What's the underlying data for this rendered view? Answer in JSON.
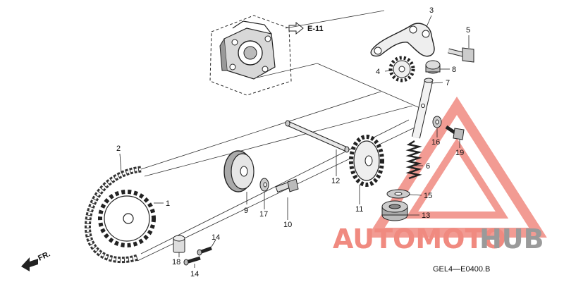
{
  "diagram": {
    "callouts": {
      "p1": "1",
      "p2": "2",
      "p3": "3",
      "p4": "4",
      "p5": "5",
      "p6": "6",
      "p7": "7",
      "p8": "8",
      "p9": "9",
      "p10": "10",
      "p11": "11",
      "p12": "12",
      "p13": "13",
      "p14a": "14",
      "p14b": "14",
      "p15": "15",
      "p16": "16",
      "p17": "17",
      "p18": "18",
      "p19": "19"
    },
    "reference": "E-11",
    "front_marker": "FR.",
    "diagram_code": "GEL4—E0400.B"
  },
  "watermark": {
    "part1": "AUTOMOTO",
    "part2": "HUB",
    "color_primary": "#f08a80",
    "color_secondary": "#9a9a9a"
  }
}
